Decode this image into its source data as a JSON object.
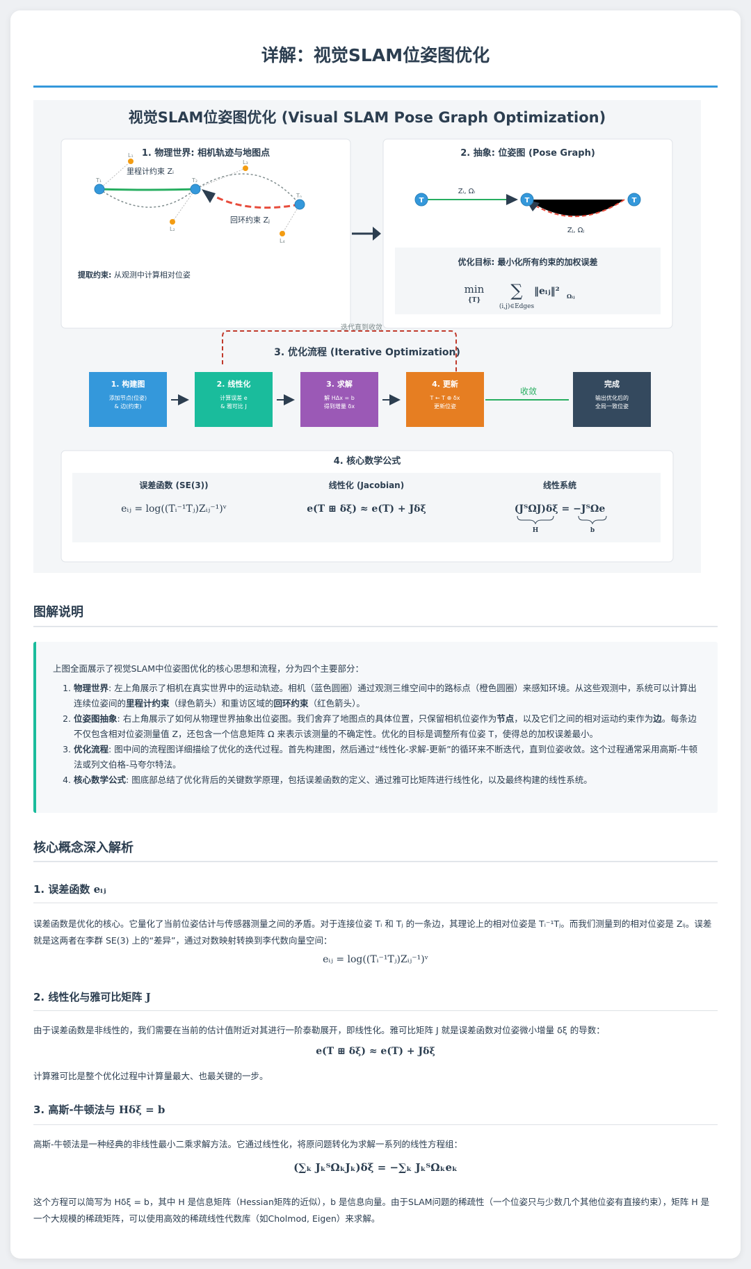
{
  "page_title": "详解：视觉SLAM位姿图优化",
  "diagram": {
    "title": "视觉SLAM位姿图优化 (Visual SLAM Pose Graph Optimization)",
    "panel1": {
      "title": "1. 物理世界: 相机轨迹与地图点",
      "label_odometry": "里程计约束 Zᵢ",
      "label_loop": "回环约束 Zⱼ",
      "pose_labels": [
        "T₁",
        "T₂",
        "Tₙ"
      ],
      "landmark_labels": [
        "L₁",
        "L₂",
        "L₃",
        "L₄"
      ],
      "caption_bold": "提取约束:",
      "caption_text": " 从观测中计算相对位姿"
    },
    "panel2": {
      "title": "2. 抽象: 位姿图 (Pose Graph)",
      "node_label": "T",
      "edge_odo_label": "Zᵢ, Ωᵢ",
      "edge_loop_label": "Zⱼ, Ωⱼ",
      "objective_title": "优化目标: 最小化所有约束的加权误差",
      "objective_min": "min",
      "objective_min_sub": "{T}",
      "objective_sum_sub": "(i,j)∈Edges",
      "objective_term": "‖eᵢⱼ‖²",
      "objective_term_sub": "Ωᵢⱼ"
    },
    "panel3": {
      "title": "3. 优化流程 (Iterative Optimization)",
      "loop_label": "迭代直到收敛",
      "converge_label": "收敛",
      "steps": [
        {
          "title": "1. 构建图",
          "line1": "添加节点(位姿)",
          "line2": "& 边(约束)",
          "color": "#3498db"
        },
        {
          "title": "2. 线性化",
          "line1": "计算误差 e",
          "line2": "& 雅可比 J",
          "color": "#1abc9c"
        },
        {
          "title": "3. 求解",
          "line1": "解 HΔx = b",
          "line2": "得到增量 δx",
          "color": "#9b59b6"
        },
        {
          "title": "4. 更新",
          "line1": "T ← T ⊕ δx",
          "line2": "更新位姿",
          "color": "#e67e22"
        },
        {
          "title": "完成",
          "line1": "输出优化后的",
          "line2": "全局一致位姿",
          "color": "#34495e"
        }
      ]
    },
    "panel4": {
      "title": "4. 核心数学公式",
      "items": [
        {
          "heading": "误差函数 (SE(3))",
          "formula": "eᵢⱼ = log((Tᵢ⁻¹Tⱼ)Zᵢⱼ⁻¹)ᵛ"
        },
        {
          "heading": "线性化 (Jacobian)",
          "formula": "e(T ⊞ δξ) ≈ e(T) + Jδξ"
        },
        {
          "heading": "线性系统",
          "formula_left": "(JᵀΩJ)δξ",
          "formula_mid": " = ",
          "formula_right": "−JᵀΩe",
          "brace_left": "H",
          "brace_right": "b"
        }
      ]
    }
  },
  "explain": {
    "heading": "图解说明",
    "intro": "上图全面展示了视觉SLAM中位姿图优化的核心思想和流程，分为四个主要部分：",
    "items": [
      {
        "bold": "物理世界",
        "text": ": 左上角展示了相机在真实世界中的运动轨迹。相机（蓝色圆圈）通过观测三维空间中的路标点（橙色圆圈）来感知环境。从这些观测中，系统可以计算出连续位姿间的",
        "b2": "里程计约束",
        "t2": "（绿色箭头）和重访区域的",
        "b3": "回环约束",
        "t3": "（红色箭头）。"
      },
      {
        "bold": "位姿图抽象",
        "text": ": 右上角展示了如何从物理世界抽象出位姿图。我们舍弃了地图点的具体位置，只保留相机位姿作为",
        "b2": "节点",
        "t2": "，以及它们之间的相对运动约束作为",
        "b3": "边",
        "t3": "。每条边不仅包含相对位姿测量值 Z，还包含一个信息矩阵 Ω 来表示该测量的不确定性。优化的目标是调整所有位姿 T，使得总的加权误差最小。"
      },
      {
        "bold": "优化流程",
        "text": ": 图中间的流程图详细描绘了优化的迭代过程。首先构建图，然后通过“线性化-求解-更新”的循环来不断迭代，直到位姿收敛。这个过程通常采用高斯-牛顿法或列文伯格-马夸尔特法。",
        "b2": "",
        "t2": "",
        "b3": "",
        "t3": ""
      },
      {
        "bold": "核心数学公式",
        "text": ": 图底部总结了优化背后的关键数学原理，包括误差函数的定义、通过雅可比矩阵进行线性化，以及最终构建的线性系统。",
        "b2": "",
        "t2": "",
        "b3": "",
        "t3": ""
      }
    ]
  },
  "deep": {
    "heading": "核心概念深入解析",
    "s1": {
      "heading": "1. 误差函数 ",
      "heading_math": "eᵢⱼ",
      "para": "误差函数是优化的核心。它量化了当前位姿估计与传感器测量之间的矛盾。对于连接位姿 Tᵢ 和 Tⱼ 的一条边，其理论上的相对位姿是 Tᵢ⁻¹Tⱼ。而我们测量到的相对位姿是 Zᵢⱼ。误差就是这两者在李群 SE(3) 上的“差异”，通过对数映射转换到李代数向量空间：",
      "eq": "eᵢⱼ = log((Tᵢ⁻¹Tⱼ)Zᵢⱼ⁻¹)ᵛ"
    },
    "s2": {
      "heading": "2. 线性化与雅可比矩阵 ",
      "heading_math": "J",
      "para": "由于误差函数是非线性的，我们需要在当前的估计值附近对其进行一阶泰勒展开，即线性化。雅可比矩阵 J 就是误差函数对位姿微小增量 δξ 的导数：",
      "eq": "e(T ⊞ δξ) ≈ e(T) + Jδξ",
      "after": "计算雅可比是整个优化过程中计算量最大、也最关键的一步。"
    },
    "s3": {
      "heading": "3. 高斯-牛顿法与 ",
      "heading_math": "Hδξ = b",
      "para": "高斯-牛顿法是一种经典的非线性最小二乘求解方法。它通过线性化，将原问题转化为求解一系列的线性方程组：",
      "eq": "(∑ₖ JₖᵀΩₖJₖ)δξ = −∑ₖ JₖᵀΩₖeₖ",
      "after": "这个方程可以简写为 Hδξ = b，其中 H 是信息矩阵（Hessian矩阵的近似），b 是信息向量。由于SLAM问题的稀疏性（一个位姿只与少数几个其他位姿有直接约束），矩阵 H 是一个大规模的稀疏矩阵，可以使用高效的稀疏线性代数库（如Cholmod, Eigen）来求解。"
    }
  },
  "colors": {
    "accent": "#3498db",
    "odometry": "#27ae60",
    "loop": "#e74c3c",
    "landmark": "#f39c12",
    "teal": "#1abc9c",
    "text": "#2c3e50"
  }
}
